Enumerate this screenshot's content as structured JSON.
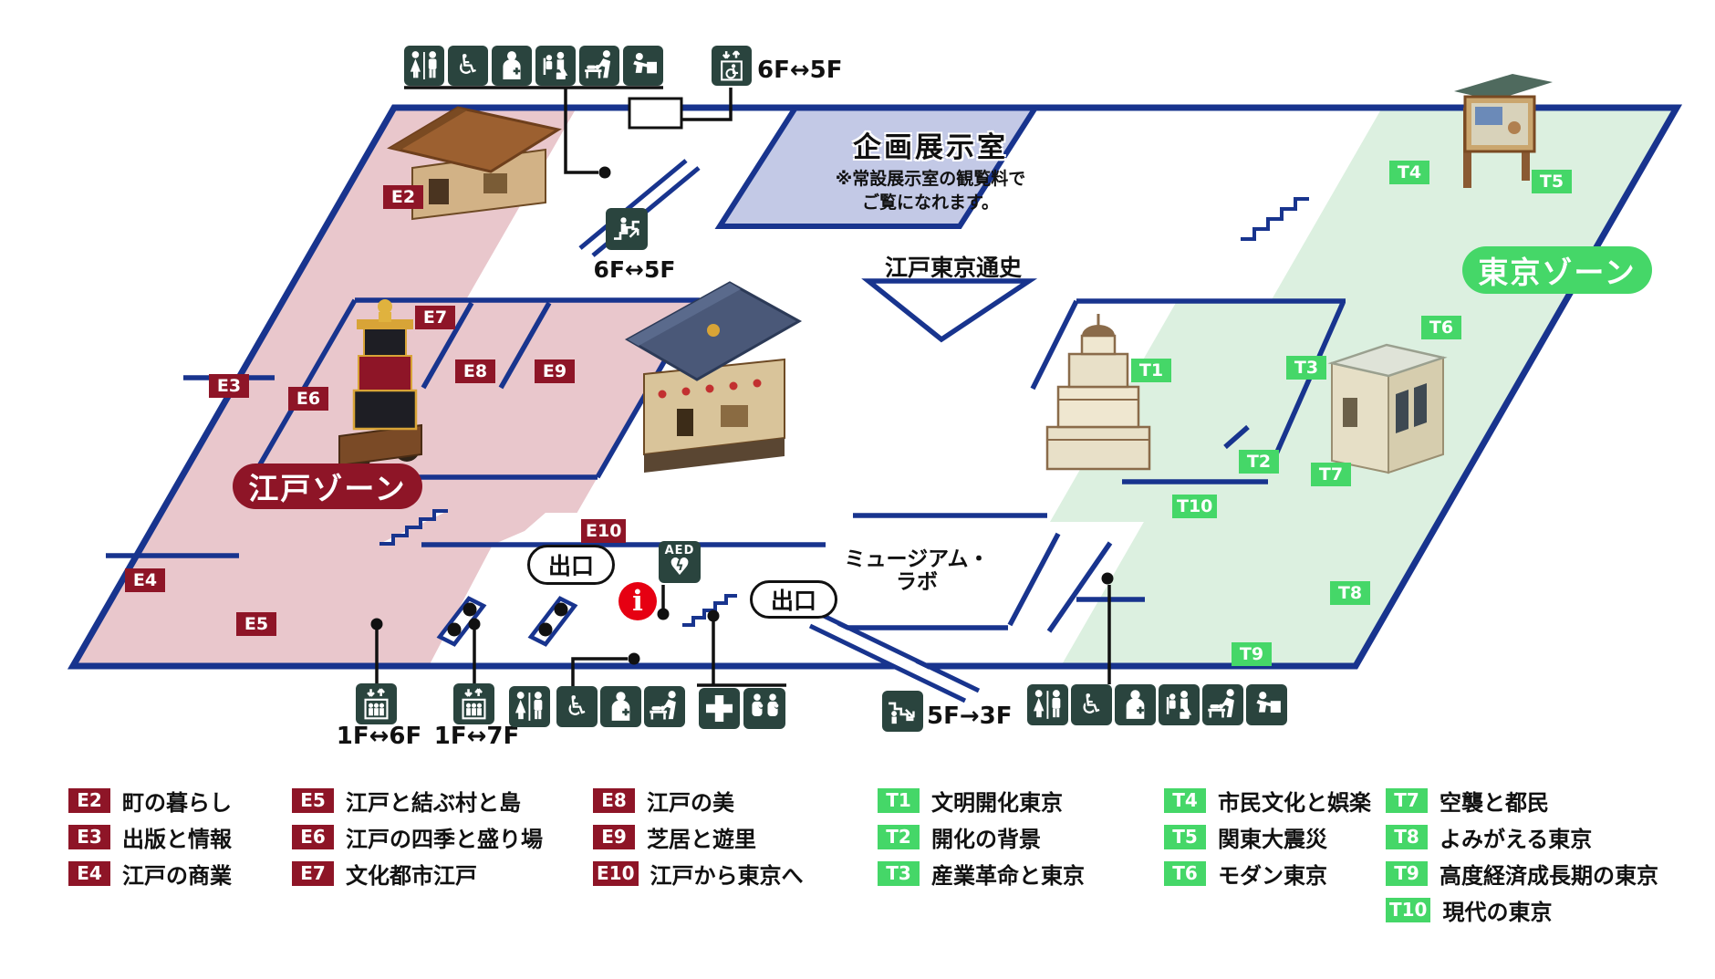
{
  "zones": {
    "edo": {
      "label": "江戸ゾーン"
    },
    "tokyo": {
      "label": "東京ゾーン"
    },
    "special_exhibition": {
      "title": "企画展示室",
      "note1": "※常設展示室の観覧料で",
      "note2": "ご覧になれます。"
    },
    "history": {
      "label": "江戸東京通史"
    },
    "museum_lab": {
      "line1": "ミュージアム・",
      "line2": "ラボ"
    }
  },
  "markers": {
    "e": [
      {
        "code": "E2"
      },
      {
        "code": "E3"
      },
      {
        "code": "E4"
      },
      {
        "code": "E5"
      },
      {
        "code": "E6"
      },
      {
        "code": "E7"
      },
      {
        "code": "E8"
      },
      {
        "code": "E9"
      },
      {
        "code": "E10"
      }
    ],
    "t": [
      {
        "code": "T1"
      },
      {
        "code": "T2"
      },
      {
        "code": "T3"
      },
      {
        "code": "T4"
      },
      {
        "code": "T5"
      },
      {
        "code": "T6"
      },
      {
        "code": "T7"
      },
      {
        "code": "T8"
      },
      {
        "code": "T9"
      },
      {
        "code": "T10"
      }
    ]
  },
  "facilities": {
    "exit1": "出口",
    "exit2": "出口",
    "aed": "AED",
    "info": "i"
  },
  "transport": {
    "elevator_top": "6F↔5F",
    "escalator_mid": "6F↔5F",
    "elevator_a": "1F↔6F",
    "elevator_b": "1F↔7F",
    "escalator_down": "5F→3F"
  },
  "legend": {
    "edo_items": [
      {
        "code": "E2",
        "label": "町の暮らし"
      },
      {
        "code": "E3",
        "label": "出版と情報"
      },
      {
        "code": "E4",
        "label": "江戸の商業"
      },
      {
        "code": "E5",
        "label": "江戸と結ぶ村と島"
      },
      {
        "code": "E6",
        "label": "江戸の四季と盛り場"
      },
      {
        "code": "E7",
        "label": "文化都市江戸"
      },
      {
        "code": "E8",
        "label": "江戸の美"
      },
      {
        "code": "E9",
        "label": "芝居と遊里"
      },
      {
        "code": "E10",
        "label": "江戸から東京へ"
      }
    ],
    "tokyo_items": [
      {
        "code": "T1",
        "label": "文明開化東京"
      },
      {
        "code": "T2",
        "label": "開化の背景"
      },
      {
        "code": "T3",
        "label": "産業革命と東京"
      },
      {
        "code": "T4",
        "label": "市民文化と娯楽"
      },
      {
        "code": "T5",
        "label": "関東大震災"
      },
      {
        "code": "T6",
        "label": "モダン東京"
      },
      {
        "code": "T7",
        "label": "空襲と都民"
      },
      {
        "code": "T8",
        "label": "よみがえる東京"
      },
      {
        "code": "T9",
        "label": "高度経済成長期の東京"
      },
      {
        "code": "T10",
        "label": "現代の東京"
      }
    ]
  },
  "icons": {
    "restroom": "restroom-icon",
    "wheelchair": "wheelchair-icon",
    "first_aid": "first-aid-icon",
    "nursing": "nursing-room-icon",
    "diaper": "diaper-change-icon",
    "fountain": "drinking-fountain-icon",
    "elevator": "elevator-icon",
    "escalator": "escalator-icon",
    "cross": "first-aid-station-icon",
    "family": "family-room-icon",
    "wheelchair_glyph": "♿",
    "heart_glyph": "♥"
  },
  "colors": {
    "wall": "#18348e",
    "edo_fill": "#e9c7cc",
    "tokyo_fill": "#dcf0e0",
    "special_fill": "#c3c9e6",
    "badge_edo": "#8e1527",
    "badge_tokyo": "#45d768",
    "icon_bg": "#2a443e",
    "info_red": "#e60012"
  }
}
